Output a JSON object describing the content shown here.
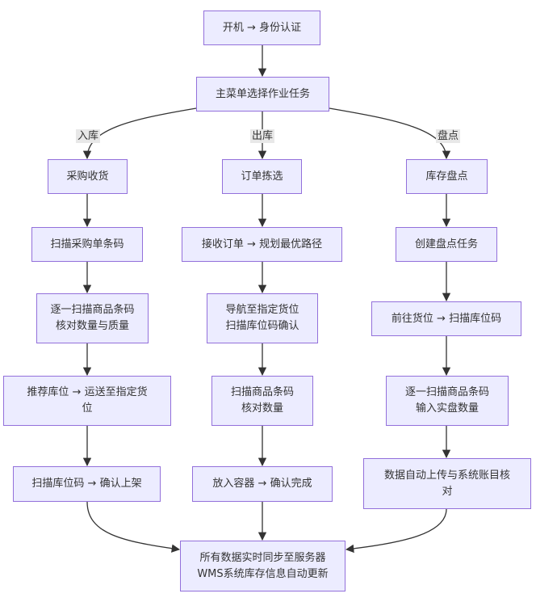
{
  "nodes": {
    "start": [
      "开机 → 身份认证"
    ],
    "menu": [
      "主菜单选择作业任务"
    ],
    "in1": [
      "采购收货"
    ],
    "in2": [
      "扫描采购单条码"
    ],
    "in3": [
      "逐一扫描商品条码",
      "核对数量与质量"
    ],
    "in4": [
      "推荐库位 → 运送至指定货",
      "位"
    ],
    "in5": [
      "扫描库位码 → 确认上架"
    ],
    "out1": [
      "订单拣选"
    ],
    "out2": [
      "接收订单 → 规划最优路径"
    ],
    "out3": [
      "导航至指定货位",
      "扫描库位码确认"
    ],
    "out4": [
      "扫描商品条码",
      "核对数量"
    ],
    "out5": [
      "放入容器 → 确认完成"
    ],
    "inv1": [
      "库存盘点"
    ],
    "inv2": [
      "创建盘点任务"
    ],
    "inv3": [
      "前往货位 → 扫描库位码"
    ],
    "inv4": [
      "逐一扫描商品条码",
      "输入实盘数量"
    ],
    "inv5": [
      "数据自动上传与系统账目核",
      "对"
    ],
    "end": [
      "所有数据实时同步至服务器",
      "WMS系统库存信息自动更新"
    ]
  },
  "edge_labels": {
    "inbound": "入库",
    "outbound": "出库",
    "inventory": "盘点"
  },
  "colors": {
    "node_fill": "#ECECFF",
    "node_border": "#9370DB",
    "edge": "#333333",
    "label_bg": "#e8e8e8"
  }
}
